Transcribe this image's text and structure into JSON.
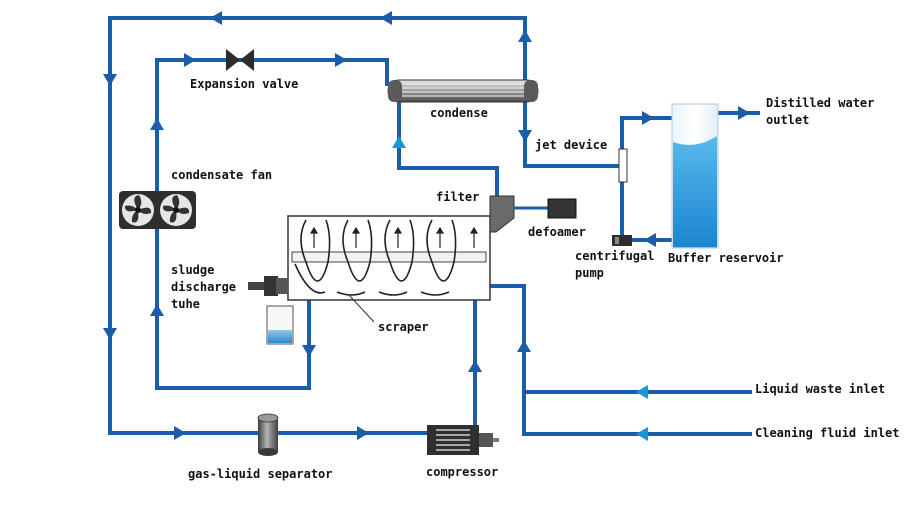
{
  "colors": {
    "pipe": "#1b5cab",
    "arrow_light": "#1a95d8",
    "reservoir_water": "#1c8fd6",
    "device_dark": "#3a3a3a",
    "device_mid": "#8a8a8a",
    "device_light": "#d8d8d8",
    "label": "#111111"
  },
  "labels": {
    "expansion_valve": "Expansion valve",
    "condense": "condense",
    "distilled_water_outlet": "Distilled water\noutlet",
    "jet_device": "jet device",
    "condensate_fan": "condensate fan",
    "filter": "filter",
    "defoamer": "defoamer",
    "centrifugal_pump": "centrifugal\npump",
    "buffer_reservoir": "Buffer reservoir",
    "sludge_discharge_tube": "sludge\ndischarge\ntuhe",
    "scraper": "scraper",
    "liquid_waste_inlet": "Liquid waste inlet",
    "cleaning_fluid_inlet": "Cleaning fluid inlet",
    "gas_liquid_separator": "gas-liquid separator",
    "compressor": "compressor"
  },
  "icons": {
    "expansion_valve": "bowtie-valve-icon",
    "condenser": "tube-bundle-icon",
    "fan": "dual-fan-icon",
    "separator": "cylinder-tank-icon",
    "compressor": "motor-compressor-icon",
    "pump": "pump-icon",
    "flow_arrow": "triangle-arrow-icon"
  }
}
